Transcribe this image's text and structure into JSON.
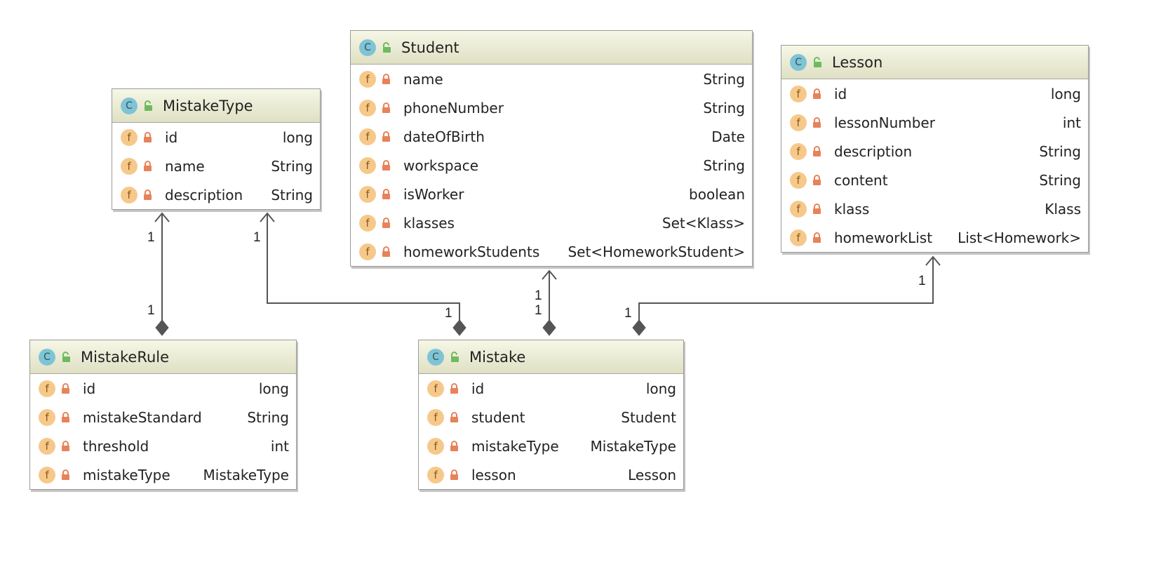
{
  "classes": {
    "mistake_type": {
      "icon": "class-icon",
      "icon_letter": "C",
      "name": "MistakeType",
      "fields": [
        {
          "name": "id",
          "type": "long"
        },
        {
          "name": "name",
          "type": "String"
        },
        {
          "name": "description",
          "type": "String"
        }
      ]
    },
    "student": {
      "icon": "class-icon",
      "icon_letter": "C",
      "name": "Student",
      "fields": [
        {
          "name": "name",
          "type": "String"
        },
        {
          "name": "phoneNumber",
          "type": "String"
        },
        {
          "name": "dateOfBirth",
          "type": "Date"
        },
        {
          "name": "workspace",
          "type": "String"
        },
        {
          "name": "isWorker",
          "type": "boolean"
        },
        {
          "name": "klasses",
          "type": "Set<Klass>"
        },
        {
          "name": "homeworkStudents",
          "type": "Set<HomeworkStudent>"
        }
      ]
    },
    "lesson": {
      "icon": "class-icon",
      "icon_letter": "C",
      "name": "Lesson",
      "fields": [
        {
          "name": "id",
          "type": "long"
        },
        {
          "name": "lessonNumber",
          "type": "int"
        },
        {
          "name": "description",
          "type": "String"
        },
        {
          "name": "content",
          "type": "String"
        },
        {
          "name": "klass",
          "type": "Klass"
        },
        {
          "name": "homeworkList",
          "type": "List<Homework>"
        }
      ]
    },
    "mistake_rule": {
      "icon": "class-icon",
      "icon_letter": "C",
      "name": "MistakeRule",
      "fields": [
        {
          "name": "id",
          "type": "long"
        },
        {
          "name": "mistakeStandard",
          "type": "String"
        },
        {
          "name": "threshold",
          "type": "int"
        },
        {
          "name": "mistakeType",
          "type": "MistakeType"
        }
      ]
    },
    "mistake": {
      "icon": "class-icon",
      "icon_letter": "C",
      "name": "Mistake",
      "fields": [
        {
          "name": "id",
          "type": "long"
        },
        {
          "name": "student",
          "type": "Student"
        },
        {
          "name": "mistakeType",
          "type": "MistakeType"
        },
        {
          "name": "lesson",
          "type": "Lesson"
        }
      ]
    }
  },
  "field_icon_letter": "f",
  "field_icon": "field-icon",
  "lock_icon": "lock-icon",
  "visibility_icon": "unlocked-icon",
  "relations": [
    {
      "from": "MistakeRule",
      "to": "MistakeType",
      "from_mult": "1",
      "to_mult": "1"
    },
    {
      "from": "Mistake",
      "to": "MistakeType",
      "from_mult": "1",
      "to_mult": "1"
    },
    {
      "from": "Mistake",
      "to": "Student",
      "from_mult": "1",
      "to_mult": "1"
    },
    {
      "from": "Mistake",
      "to": "Lesson",
      "from_mult": "1",
      "to_mult": "1"
    }
  ],
  "colors": {
    "header_top": "#f6f7e6",
    "header_bottom": "#dfe0c4",
    "class_icon": "#7fc4d4",
    "field_icon": "#f6c98b",
    "lock": "#e8825a",
    "visibility": "#6dbb5e",
    "connector": "#555555"
  }
}
